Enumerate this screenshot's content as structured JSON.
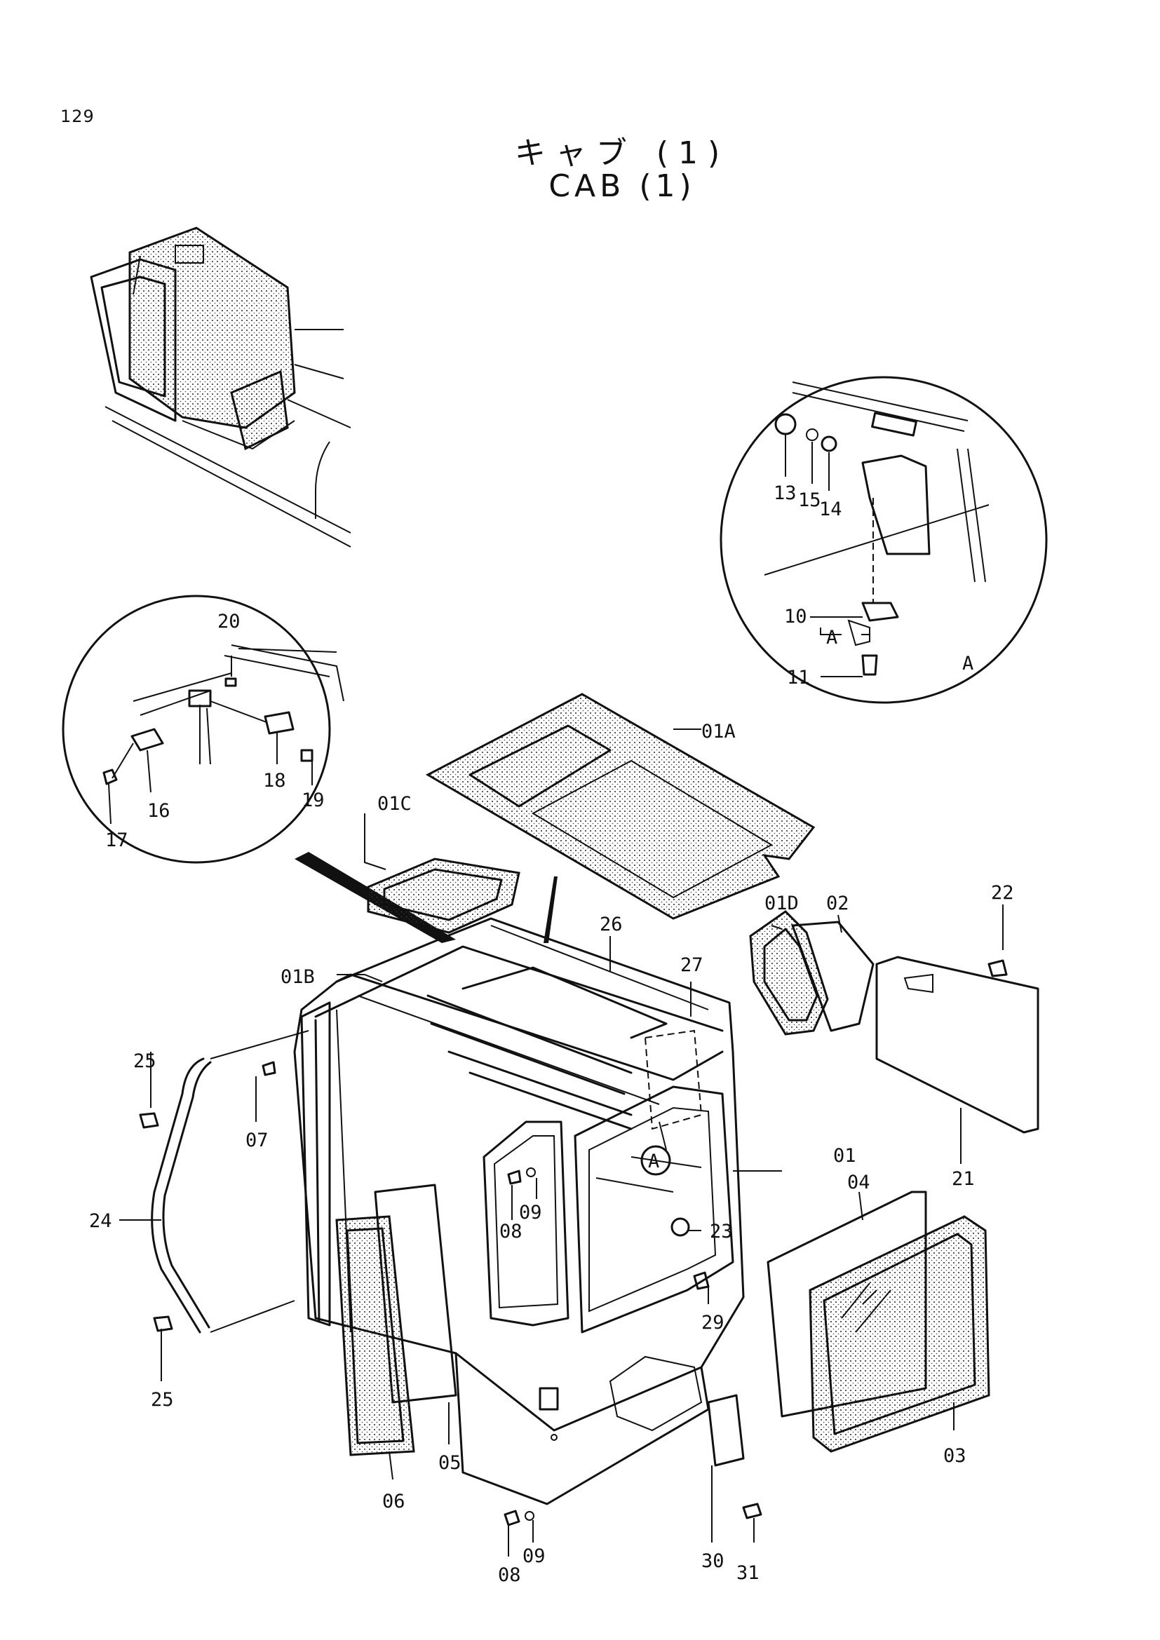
{
  "page_number": "129",
  "title_jp": "キャブ (1)",
  "title_en": "CAB (1)",
  "callouts": {
    "c01": "01",
    "c01A": "01A",
    "c01B": "01B",
    "c01C": "01C",
    "c01D": "01D",
    "c02": "02",
    "c03": "03",
    "c04": "04",
    "c05": "05",
    "c06": "06",
    "c07": "07",
    "c08a": "08",
    "c08b": "08",
    "c09a": "09",
    "c09b": "09",
    "c10": "10",
    "c11": "11",
    "c13": "13",
    "c14": "14",
    "c15": "15",
    "c16": "16",
    "c17": "17",
    "c18": "18",
    "c19": "19",
    "c20": "20",
    "c21": "21",
    "c22": "22",
    "c23": "23",
    "c24": "24",
    "c25a": "25",
    "c25b": "25",
    "c26": "26",
    "c27": "27",
    "c29": "29",
    "c30": "30",
    "c31": "31"
  },
  "detail_markers": {
    "circle_marker": "A",
    "detail_label": "A",
    "inner_ref": "A"
  }
}
